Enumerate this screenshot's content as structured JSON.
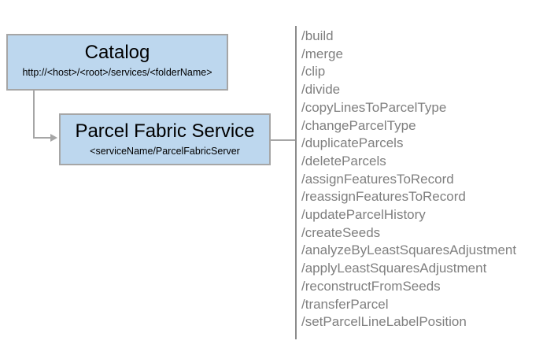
{
  "colors": {
    "box_fill": "#BDD7EE",
    "box_border": "#A6A6A6",
    "connector": "#A6A6A6",
    "endpoint_rule": "#8C8C8C",
    "endpoint_text": "#7F7F7F",
    "box_title_text": "#000000"
  },
  "catalog": {
    "title": "Catalog",
    "subtitle": "http://<host>/<root>/services/<folderName>"
  },
  "service": {
    "title": "Parcel Fabric Service",
    "subtitle": "<serviceName/ParcelFabricServer"
  },
  "endpoints": [
    "/build",
    "/merge",
    "/clip",
    "/divide",
    "/copyLinesToParcelType",
    "/changeParcelType",
    "/duplicateParcels",
    "/deleteParcels",
    "/assignFeaturesToRecord",
    "/reassignFeaturesToRecord",
    "/updateParcelHistory",
    "/createSeeds",
    "/analyzeByLeastSquaresAdjustment",
    "/applyLeastSquaresAdjustment",
    "/reconstructFromSeeds",
    "/transferParcel",
    "/setParcelLineLabelPosition"
  ]
}
